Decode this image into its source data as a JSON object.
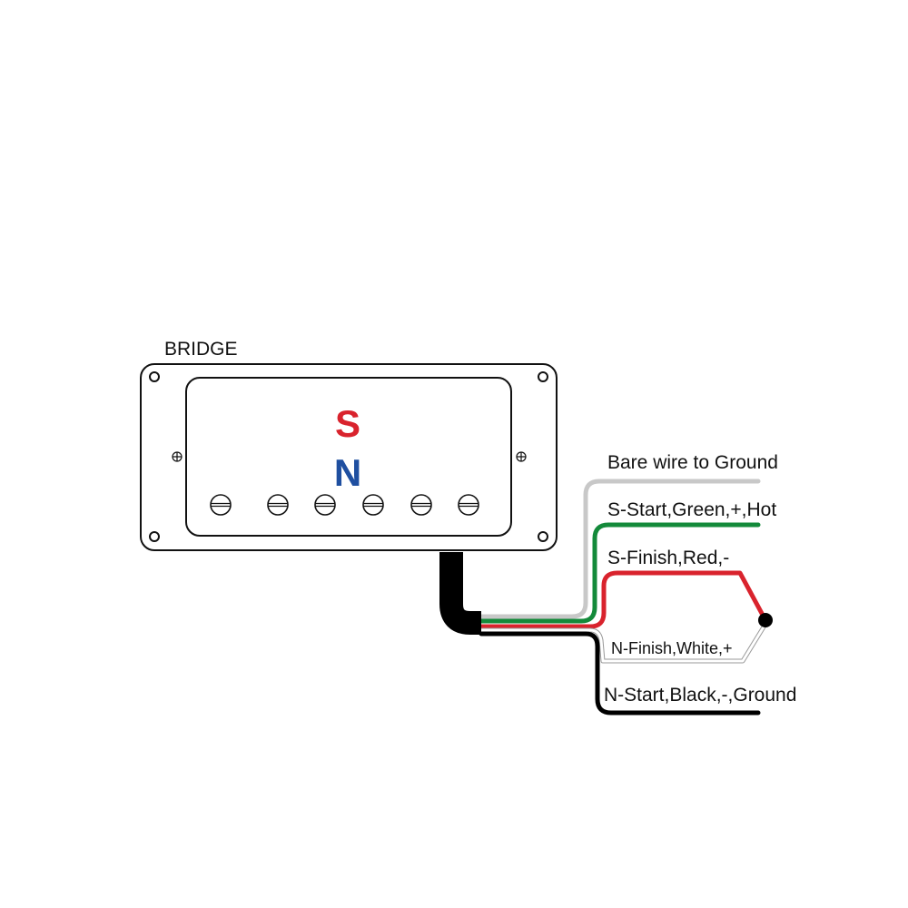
{
  "title": "BRIDGE",
  "poles": {
    "south": "S",
    "north": "N"
  },
  "colors": {
    "south": "#d9232d",
    "north": "#1f4fa0",
    "bare": "#c8c8c8",
    "green": "#138a3a",
    "red": "#d9232d",
    "white": "#ffffff",
    "black": "#000000"
  },
  "wires": {
    "bare": "Bare wire to Ground",
    "green": "S-Start,Green,+,Hot",
    "red": "S-Finish,Red,-",
    "white": "N-Finish,White,+",
    "black": "N-Start,Black,-,Ground"
  }
}
